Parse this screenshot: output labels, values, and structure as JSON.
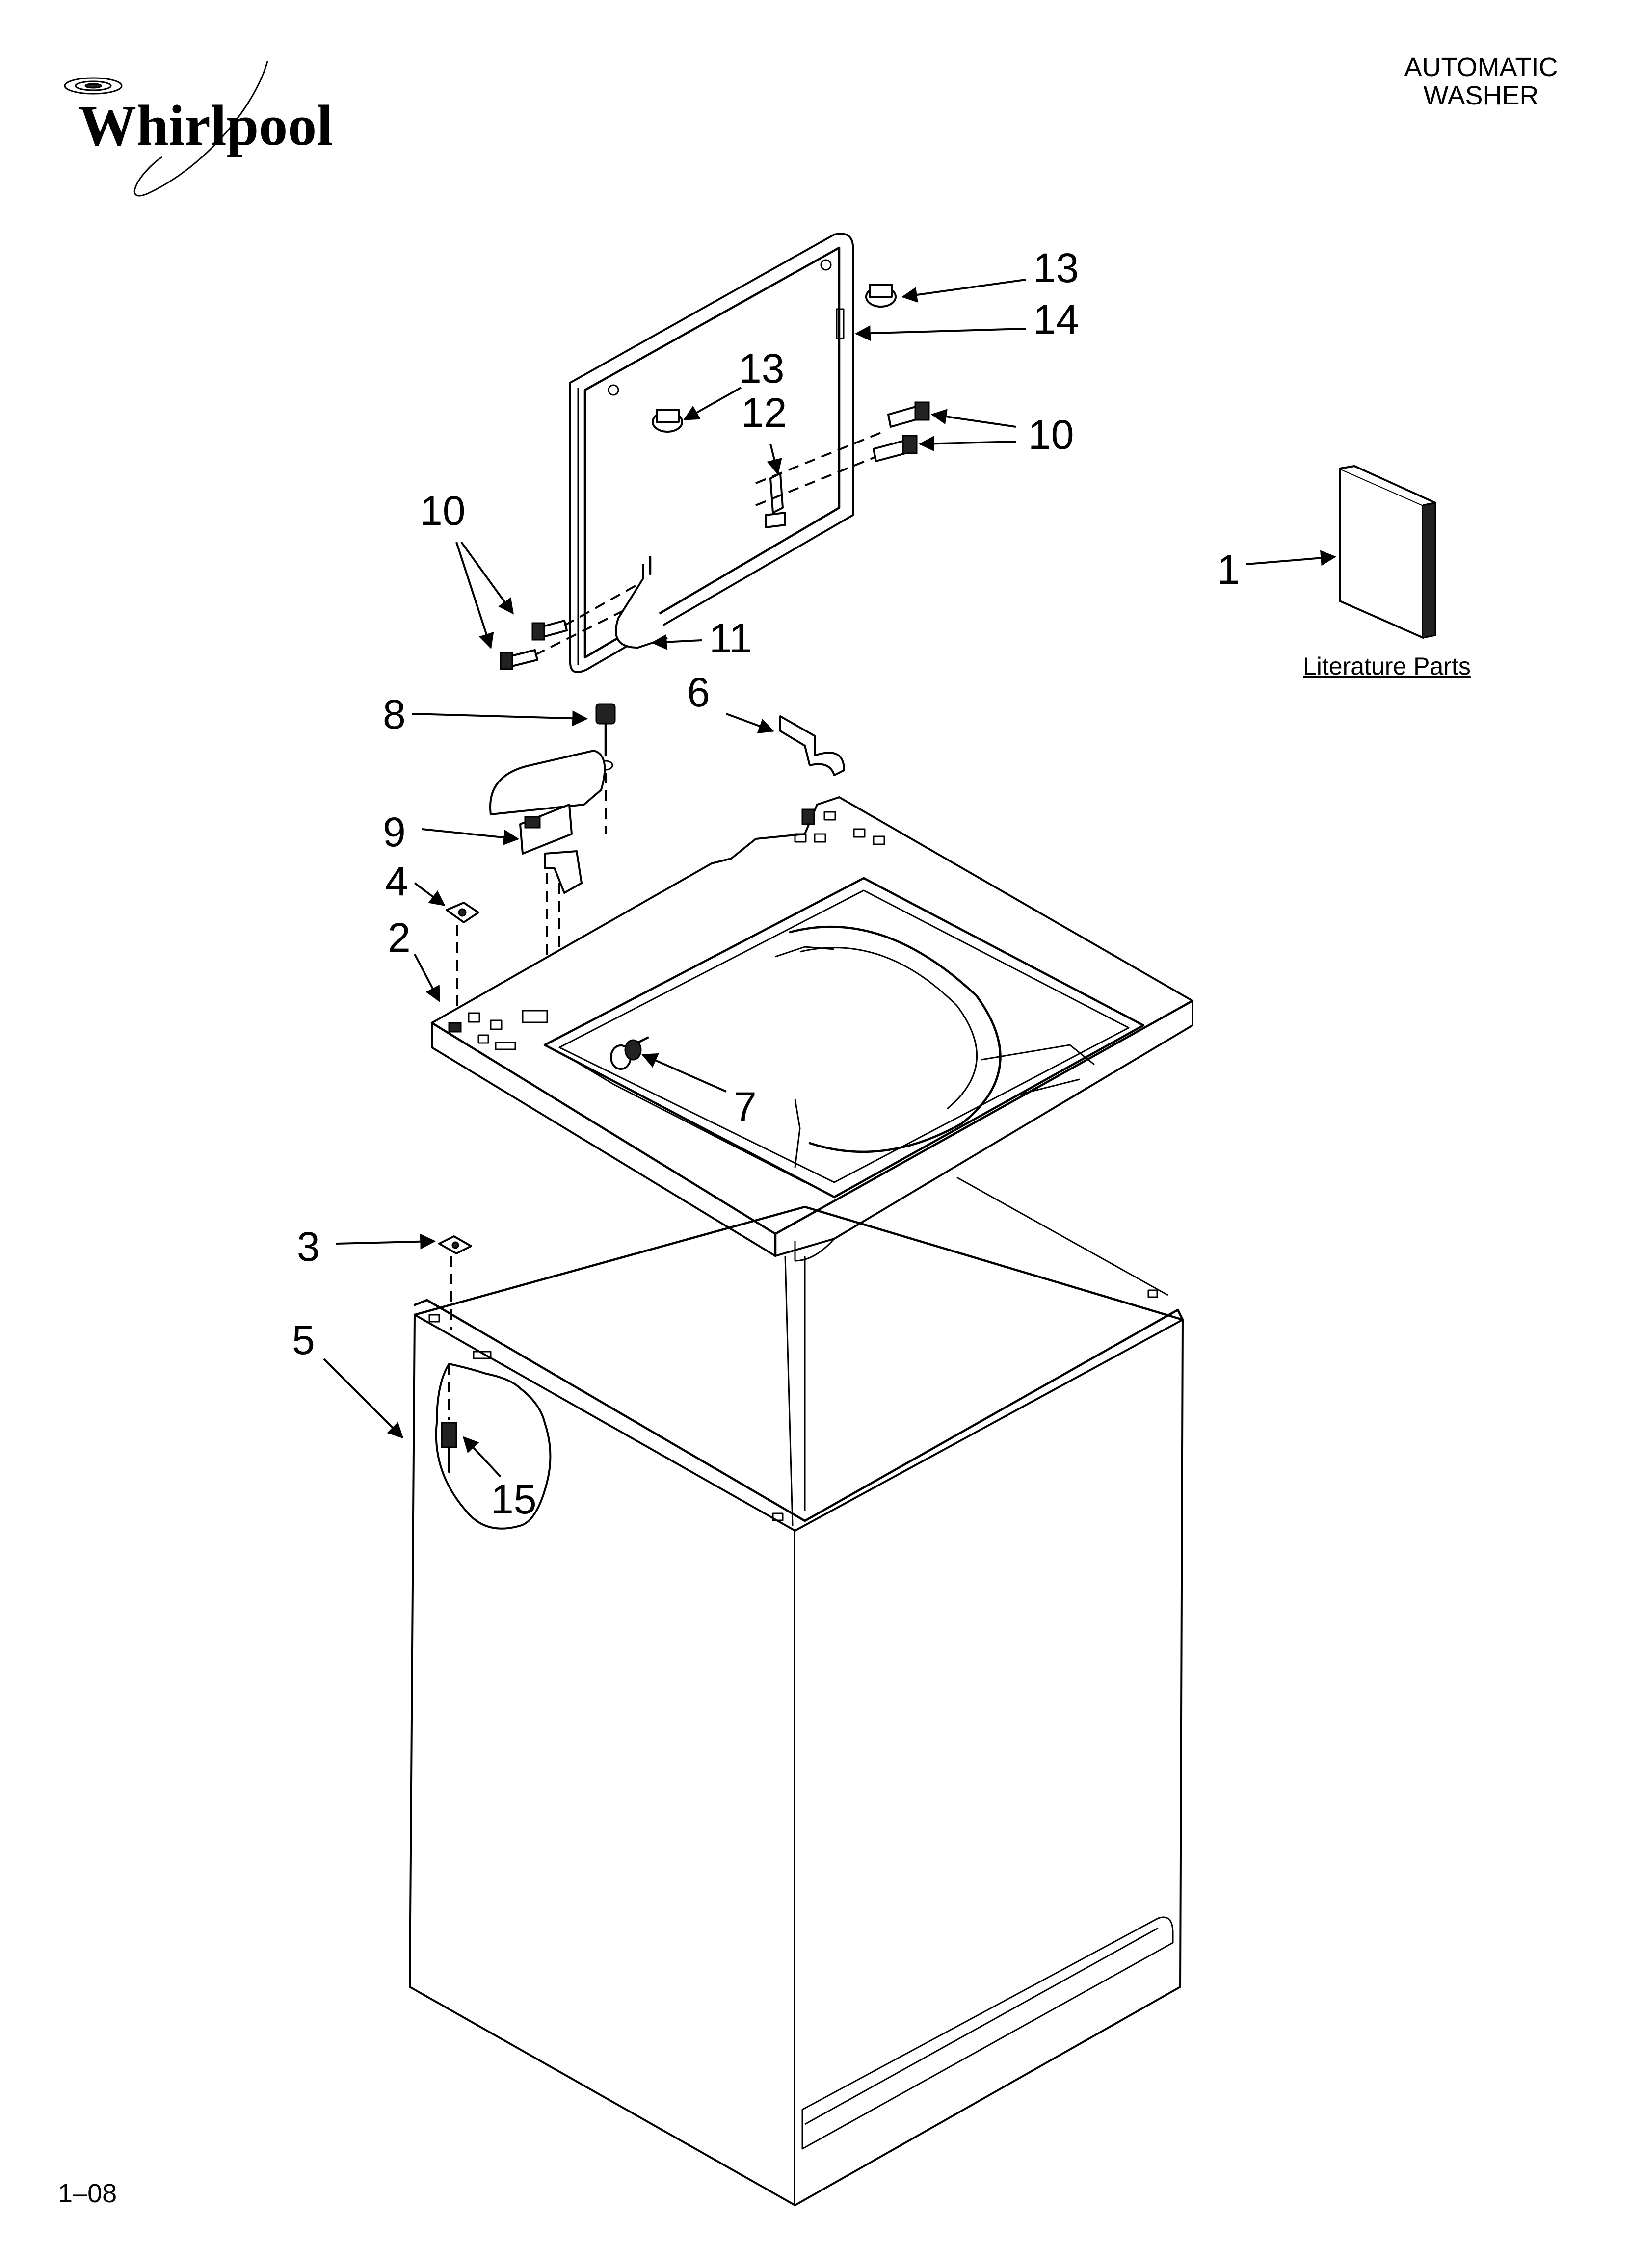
{
  "brand": {
    "logo_text": "Whirlpool"
  },
  "header": {
    "title_line1": "AUTOMATIC",
    "title_line2": "WASHER"
  },
  "footer": {
    "page_code": "1–08"
  },
  "literature": {
    "label": "Literature Parts"
  },
  "callouts": {
    "c1": "1",
    "c2": "2",
    "c3": "3",
    "c4": "4",
    "c5": "5",
    "c6": "6",
    "c7": "7",
    "c8": "8",
    "c9": "9",
    "c10a": "10",
    "c10b": "10",
    "c11": "11",
    "c12": "12",
    "c13a": "13",
    "c13b": "13",
    "c14": "14",
    "c15": "15"
  }
}
